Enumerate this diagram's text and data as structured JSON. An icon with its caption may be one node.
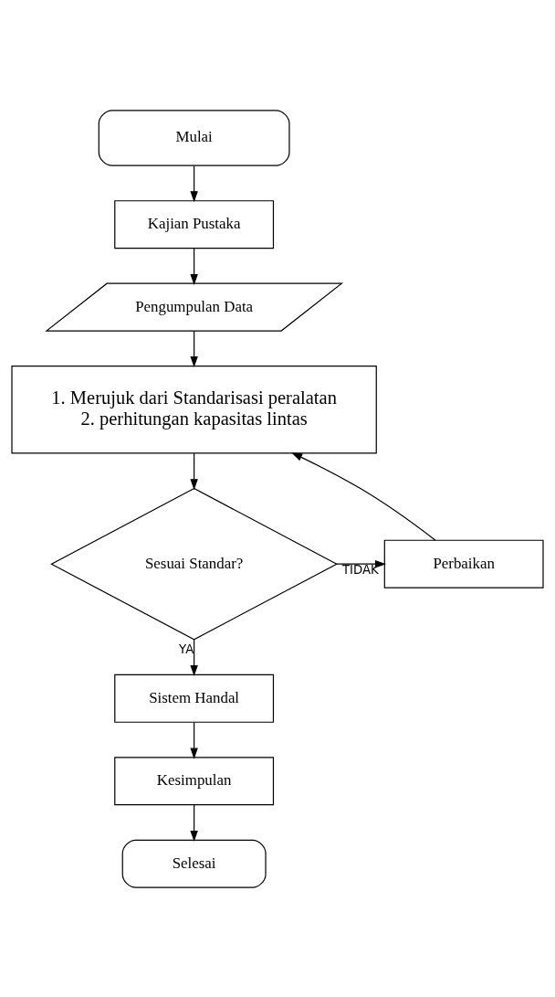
{
  "diagram": {
    "nodes": [
      {
        "text": [
          "Mulai"
        ]
      },
      {
        "text": [
          "Kajian Pustaka"
        ]
      },
      {
        "text": [
          "Pengumpulan Data"
        ]
      },
      {
        "text": [
          "1. Merujuk dari Standarisasi peralatan",
          "2. perhitungan kapasitas lintas"
        ]
      },
      {
        "text": [
          "Sesuai Standar?"
        ]
      },
      {
        "text": [
          "Perbaikan"
        ]
      },
      {
        "text": [
          "Sistem Handal"
        ]
      },
      {
        "text": [
          "Kesimpulan"
        ]
      },
      {
        "text": [
          "Selesai"
        ]
      }
    ],
    "edges": [
      {
        "from": 0,
        "to": 1,
        "arrow": "to"
      },
      {
        "from": 1,
        "to": 2,
        "arrow": "to"
      },
      {
        "from": 2,
        "to": 3,
        "arrow": "to"
      },
      {
        "from": 3,
        "to": 4,
        "arrow": "to"
      },
      {
        "from": 4,
        "to": 5,
        "arrow": "to",
        "label": "TIDAK"
      },
      {
        "from": 5,
        "to": 3,
        "arrow": "to"
      },
      {
        "from": 4,
        "to": 6,
        "arrow": "to",
        "label": "YA"
      },
      {
        "from": 6,
        "to": 7,
        "arrow": "to"
      },
      {
        "from": 7,
        "to": 8,
        "arrow": "to"
      }
    ]
  }
}
